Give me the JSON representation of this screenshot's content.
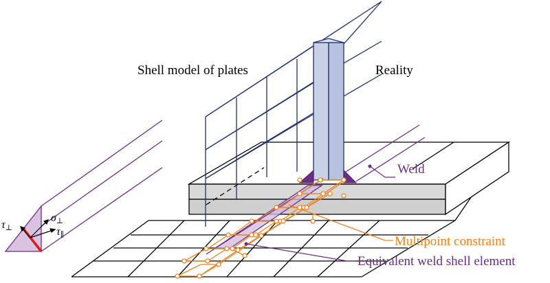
{
  "labels": {
    "shell_model": "Shell model of plates",
    "reality": "Reality",
    "weld": "Weld",
    "multipoint_constraint": "Multipoint constraint",
    "equivalent_weld_shell_element": "Equivalent weld shell element"
  },
  "stress_symbols": {
    "tau_perp": "τ",
    "tau_perp_sub": "⊥",
    "sigma_perp": "σ",
    "sigma_perp_sub": "⊥",
    "tau_par": "τ",
    "tau_par_sub": "∥"
  },
  "colors": {
    "shell_mesh": "#1f2f6e",
    "orange": "#f0821e",
    "weld_purple": "#6b2d86",
    "weld_fill": "#7a3a8f",
    "plate_fill": "#cfcfcf",
    "web_fill": "#c8d2e6",
    "highlight_red": "#e01a1a"
  }
}
